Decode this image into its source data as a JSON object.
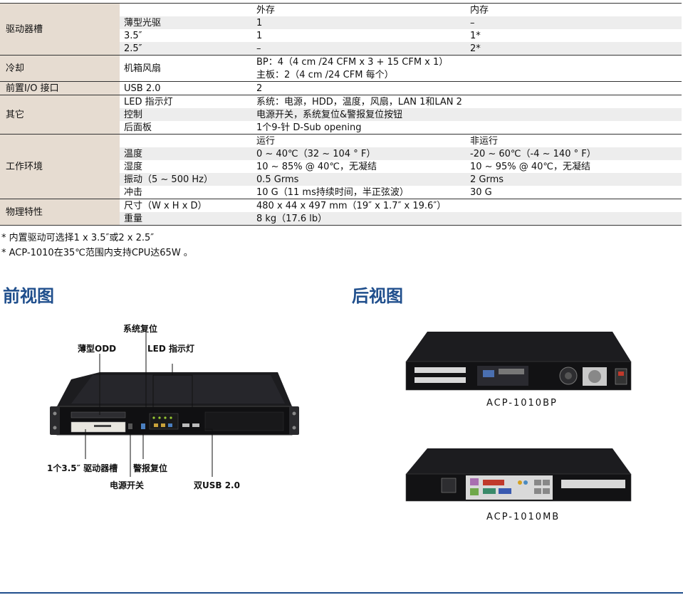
{
  "spec_table": {
    "bays": {
      "category": "驱动器槽",
      "header": [
        "",
        "外存",
        "内存"
      ],
      "rows": [
        [
          "薄型光驱",
          "1",
          "–"
        ],
        [
          "3.5″",
          "1",
          "1*"
        ],
        [
          "2.5″",
          "–",
          "2*"
        ]
      ]
    },
    "cooling": {
      "category": "冷却",
      "label": "机箱风扇",
      "value_line1": "BP：4（4 cm /24 CFM x 3 + 15 CFM x 1）",
      "value_line2": "主板：2（4 cm /24 CFM 每个）"
    },
    "front_io": {
      "category": "前置I/O 接口",
      "label": "USB 2.0",
      "value": "2"
    },
    "other": {
      "category": "其它",
      "rows": [
        [
          "LED 指示灯",
          "系统：电源，HDD，温度，风扇，LAN 1和LAN 2"
        ],
        [
          "控制",
          "电源开关，系统复位&警报复位按钮"
        ],
        [
          "后面板",
          "1个9-针 D-Sub opening"
        ]
      ]
    },
    "env": {
      "category": "工作环境",
      "header": [
        "",
        "运行",
        "非运行"
      ],
      "rows": [
        [
          "温度",
          "0 ~ 40℃（32 ~ 104 ° F）",
          "-20 ~ 60℃（-4 ~ 140 ° F）"
        ],
        [
          "湿度",
          "10 ~ 85% @ 40℃，无凝结",
          "10 ~ 95% @ 40℃，无凝结"
        ],
        [
          "振动（5 ~ 500 Hz）",
          "0.5 Grms",
          "2 Grms"
        ],
        [
          "冲击",
          "10 G（11 ms持续时间，半正弦波）",
          "30 G"
        ]
      ]
    },
    "physical": {
      "category": "物理特性",
      "rows": [
        [
          "尺寸（W x H x D）",
          "480 x 44 x 497 mm（19″ x 1.7″ x 19.6″）"
        ],
        [
          "重量",
          "8 kg（17.6 lb）"
        ]
      ]
    }
  },
  "notes": [
    "* 内置驱动可选择1 x 3.5″或2 x 2.5″",
    "* ACP-1010在35℃范围内支持CPU达65W 。"
  ],
  "front": {
    "title": "前视图",
    "labels": {
      "reset": "系统复位",
      "odd": "薄型ODD",
      "led": "LED 指示灯",
      "bay": "1个3.5″ 驱动器槽",
      "alarm": "警报复位",
      "power": "电源开关",
      "usb": "双USB 2.0"
    }
  },
  "rear": {
    "title": "后视图",
    "caption1": "ACP-1010BP",
    "caption2": "ACP-1010MB"
  }
}
